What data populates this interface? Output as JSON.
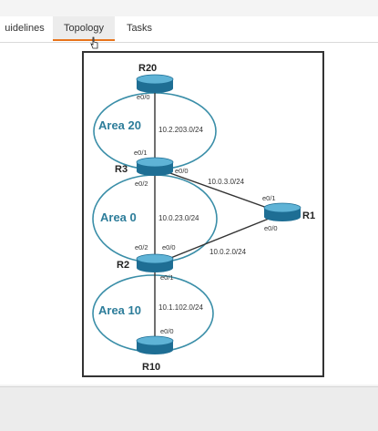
{
  "tabs": [
    {
      "label": "uidelines"
    },
    {
      "label": "Topology"
    },
    {
      "label": "Tasks"
    }
  ],
  "diagram": {
    "routers": {
      "r20": "R20",
      "r3": "R3",
      "r2": "R2",
      "r1": "R1",
      "r10": "R10"
    },
    "areas": {
      "a20": "Area 20",
      "a0": "Area 0",
      "a10": "Area 10"
    },
    "subnets": {
      "r20_r3": "10.2.203.0/24",
      "r3_r1": "10.0.3.0/24",
      "r3_r2": "10.0.23.0/24",
      "r2_r1": "10.0.2.0/24",
      "r2_r10": "10.1.102.0/24"
    },
    "interfaces": {
      "r20_e00": "e0/0",
      "r3_e01": "e0/1",
      "r3_e00": "e0/0",
      "r3_e02": "e0/2",
      "r1_e01": "e0/1",
      "r1_e00": "e0/0",
      "r2_e02": "e0/2",
      "r2_e00": "e0/0",
      "r2_e01": "e0/1",
      "r10_e00": "e0/0"
    }
  },
  "colors": {
    "area_ring": "#3a8ea8",
    "area_text": "#2d7d9a",
    "router_body": "#1e6e94",
    "router_top": "#5fb3d6",
    "tab_accent": "#e8741b"
  }
}
